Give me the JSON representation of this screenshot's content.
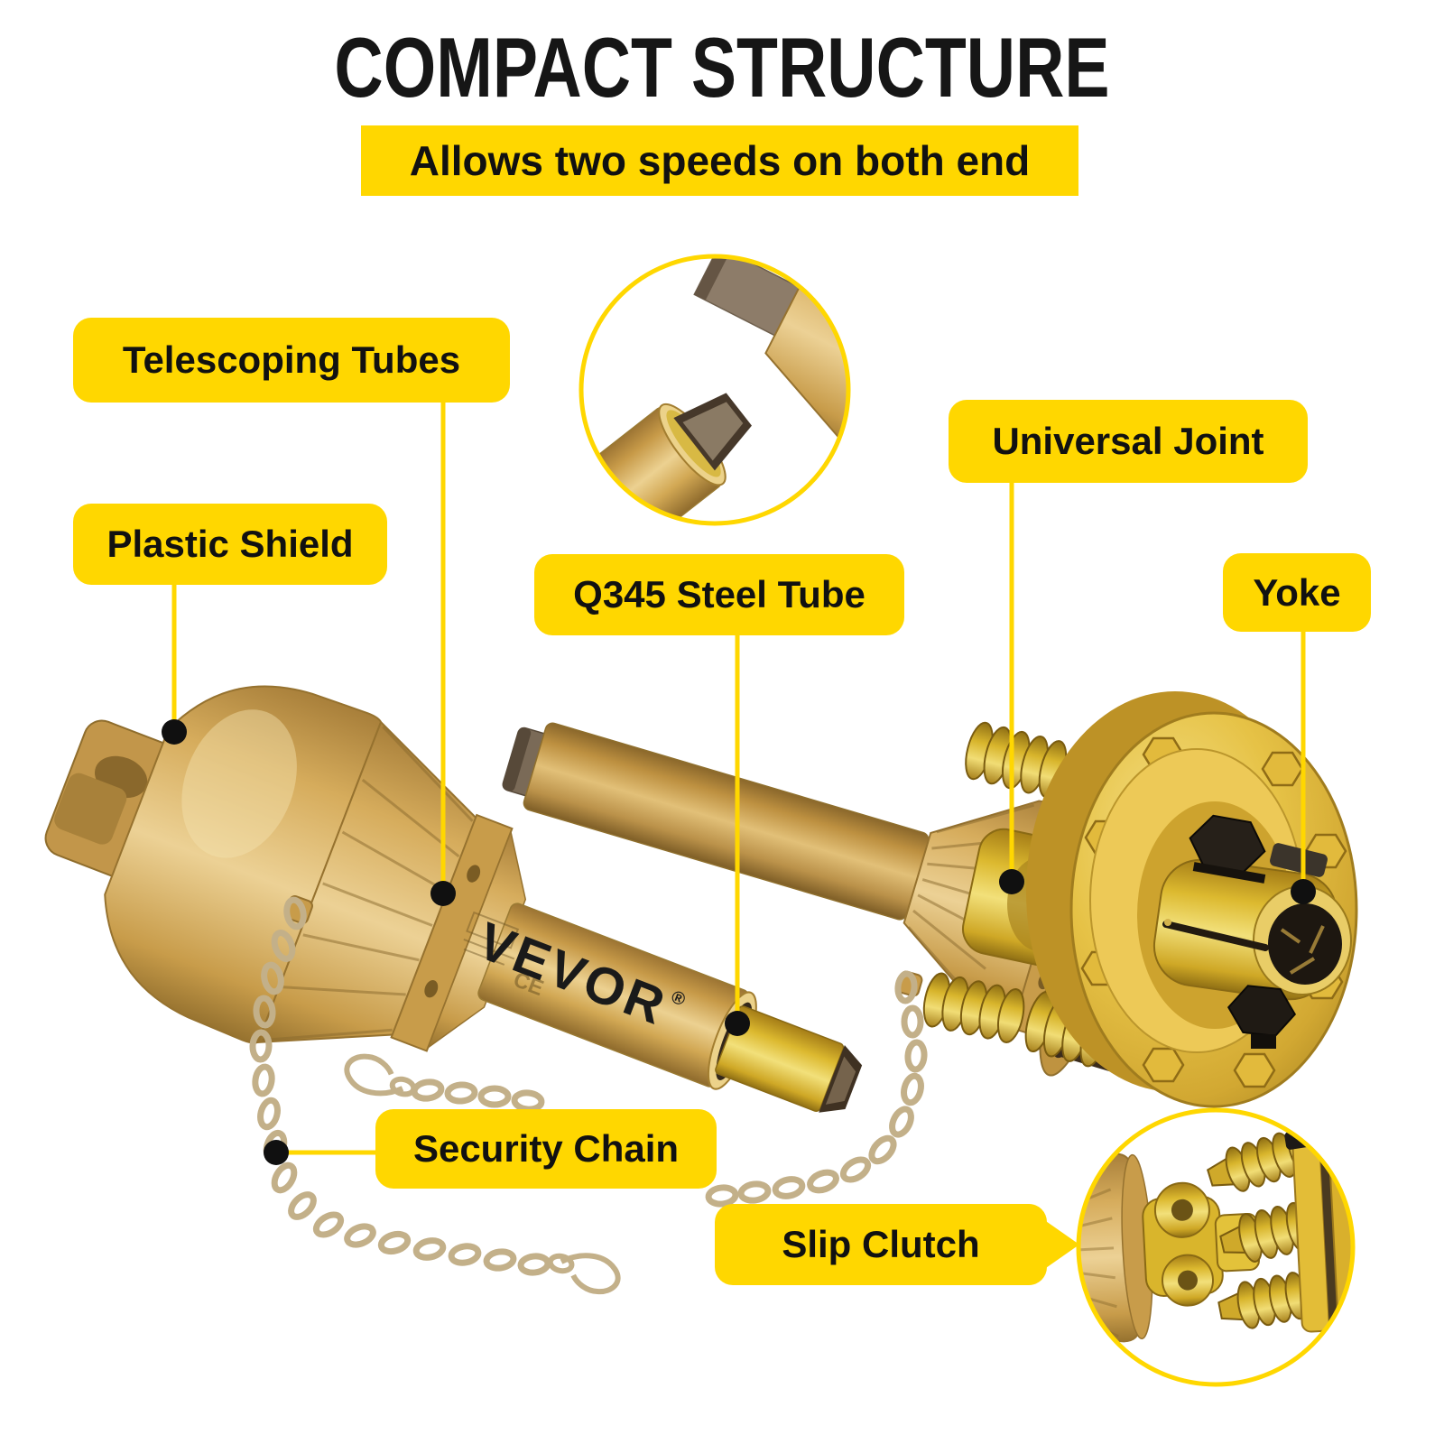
{
  "header": {
    "title": "COMPACT STRUCTURE",
    "subtitle": "Allows two speeds on both end"
  },
  "callouts": {
    "telescoping_tubes": "Telescoping Tubes",
    "plastic_shield": "Plastic Shield",
    "universal_joint": "Universal Joint",
    "yoke": "Yoke",
    "q345_steel_tube": "Q345 Steel Tube",
    "security_chain": "Security Chain",
    "slip_clutch": "Slip Clutch"
  },
  "product": {
    "brand": "VEVOR",
    "registered_mark": "®",
    "ce_mark": "CE"
  },
  "colors": {
    "accent": "#FFD700",
    "title_text": "#161616",
    "label_text": "#111111",
    "shaft_gold": "#CEA04C",
    "clutch_yellow": "#E7C13B",
    "background": "#FFFFFF"
  }
}
